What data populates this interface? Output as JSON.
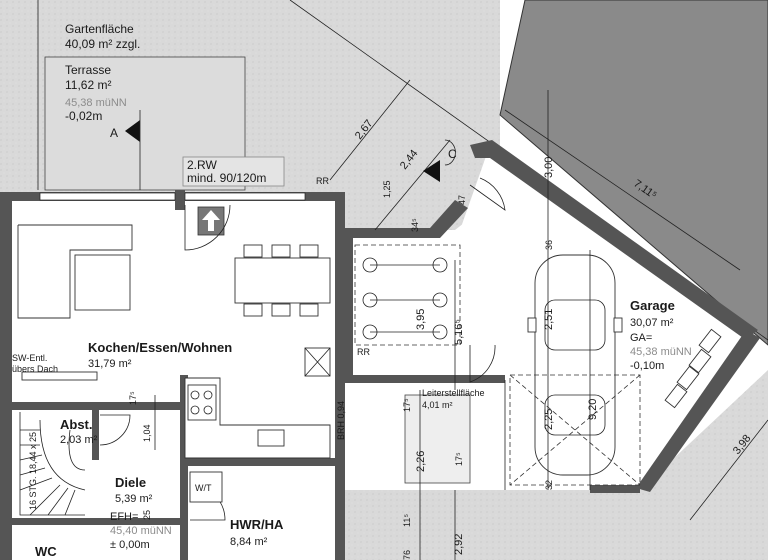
{
  "garden": {
    "title": "Gartenfläche",
    "area": "40,09 m² zzgl."
  },
  "terrace": {
    "title": "Terrasse",
    "area": "11,62 m²",
    "level_label": "45,38 müNN",
    "level_value": "-0,02m"
  },
  "escape": {
    "line1": "2.RW",
    "line2": "mind. 90/120m"
  },
  "marks": {
    "rr_top": "RR",
    "rr_mid": "RR",
    "section_a": "A",
    "section_c": "C"
  },
  "kitchen": {
    "title": "Kochen/Essen/Wohnen",
    "area": "31,79 m²"
  },
  "sw_note": {
    "line1": "SW-Entl.",
    "line2": "übers Dach"
  },
  "storage": {
    "title": "Abst.",
    "area": "2,03 m²"
  },
  "stairs": {
    "label": "16 STG. 18,44 x 25"
  },
  "hall": {
    "title": "Diele",
    "area": "5,39 m²",
    "efh": "EFH=",
    "level_label": "45,40 müNN",
    "level_value": "± 0,00m"
  },
  "wc": {
    "title": "WC"
  },
  "utility": {
    "title": "HWR/HA",
    "area": "8,84 m²",
    "wt": "W/T"
  },
  "ladder": {
    "title": "Leiterstellfläche",
    "area": "4,01 m²"
  },
  "garage": {
    "title": "Garage",
    "area": "30,07 m²",
    "ga": "GA=",
    "level_label": "45,38 müNN",
    "level_value": "-0,10m"
  },
  "brh": "BRH 0,94",
  "dimensions": [
    "2,67",
    "2,44",
    "3,00",
    "7,11⁵",
    "1,25",
    "47",
    "34⁵",
    "36",
    "3,95",
    "5,16⁵",
    "2,51",
    "2,25",
    "9,20",
    "3,98",
    "17⁵",
    "1,04",
    "2,26",
    "17⁵",
    "32",
    "11⁵",
    "2,92",
    "76",
    "25",
    "17⁵"
  ]
}
